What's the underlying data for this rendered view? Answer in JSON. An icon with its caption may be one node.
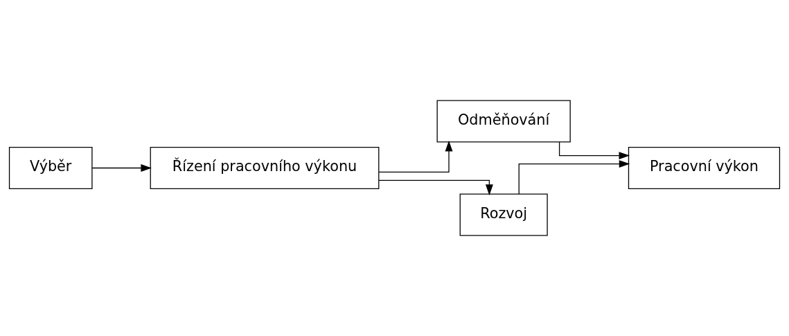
{
  "diagram": {
    "nodes": [
      {
        "text": [
          "Výběr"
        ]
      },
      {
        "text": [
          "Řízení pracovního výkonu"
        ]
      },
      {
        "text": [
          "Odměňování"
        ]
      },
      {
        "text": [
          "Rozvoj"
        ]
      },
      {
        "text": [
          "Pracovní výkon"
        ]
      }
    ],
    "edges": [
      {
        "from": 0,
        "to": 1,
        "arrow": "to"
      },
      {
        "from": 1,
        "to": 2,
        "arrow": "to"
      },
      {
        "from": 1,
        "to": 3,
        "arrow": "to"
      },
      {
        "from": 2,
        "to": 4,
        "arrow": "to"
      },
      {
        "from": 3,
        "to": 4,
        "arrow": "to"
      }
    ]
  }
}
